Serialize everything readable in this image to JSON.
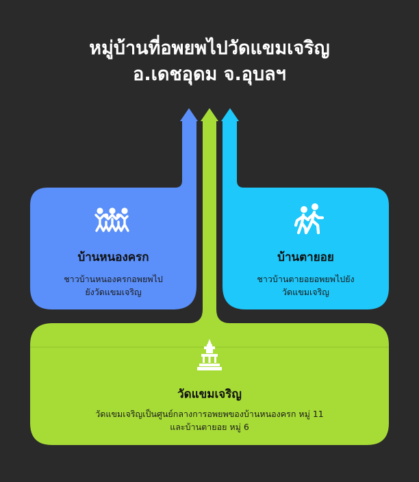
{
  "title": {
    "line1": "หมู่บ้านที่อพยพไปวัดแขมเจริญ",
    "line2": "อ.เดชอุดม จ.อุบลฯ"
  },
  "colors": {
    "background": "#2a2a2a",
    "blue": "#5b8ff9",
    "cyan": "#1ec8fa",
    "green": "#a7dc37"
  },
  "cards": {
    "left": {
      "icon": "people-holding-hands-icon",
      "title": "บ้านหนองครก",
      "desc_line1": "ชาวบ้านหนองครกอพยพไป",
      "desc_line2": "ยังวัดแขมเจริญ"
    },
    "right": {
      "icon": "people-walking-icon",
      "title": "บ้านตายอย",
      "desc_line1": "ชาวบ้านตายอยอพยพไปยัง",
      "desc_line2": "วัดแขมเจริญ"
    },
    "bottom": {
      "icon": "temple-icon",
      "title": "วัดแขมเจริญ",
      "desc_line1": "วัดแขมเจริญเป็นศูนย์กลางการอพยพของบ้านหนองครก หมู่ 11",
      "desc_line2": "และบ้านตายอย หมู่ 6"
    }
  }
}
